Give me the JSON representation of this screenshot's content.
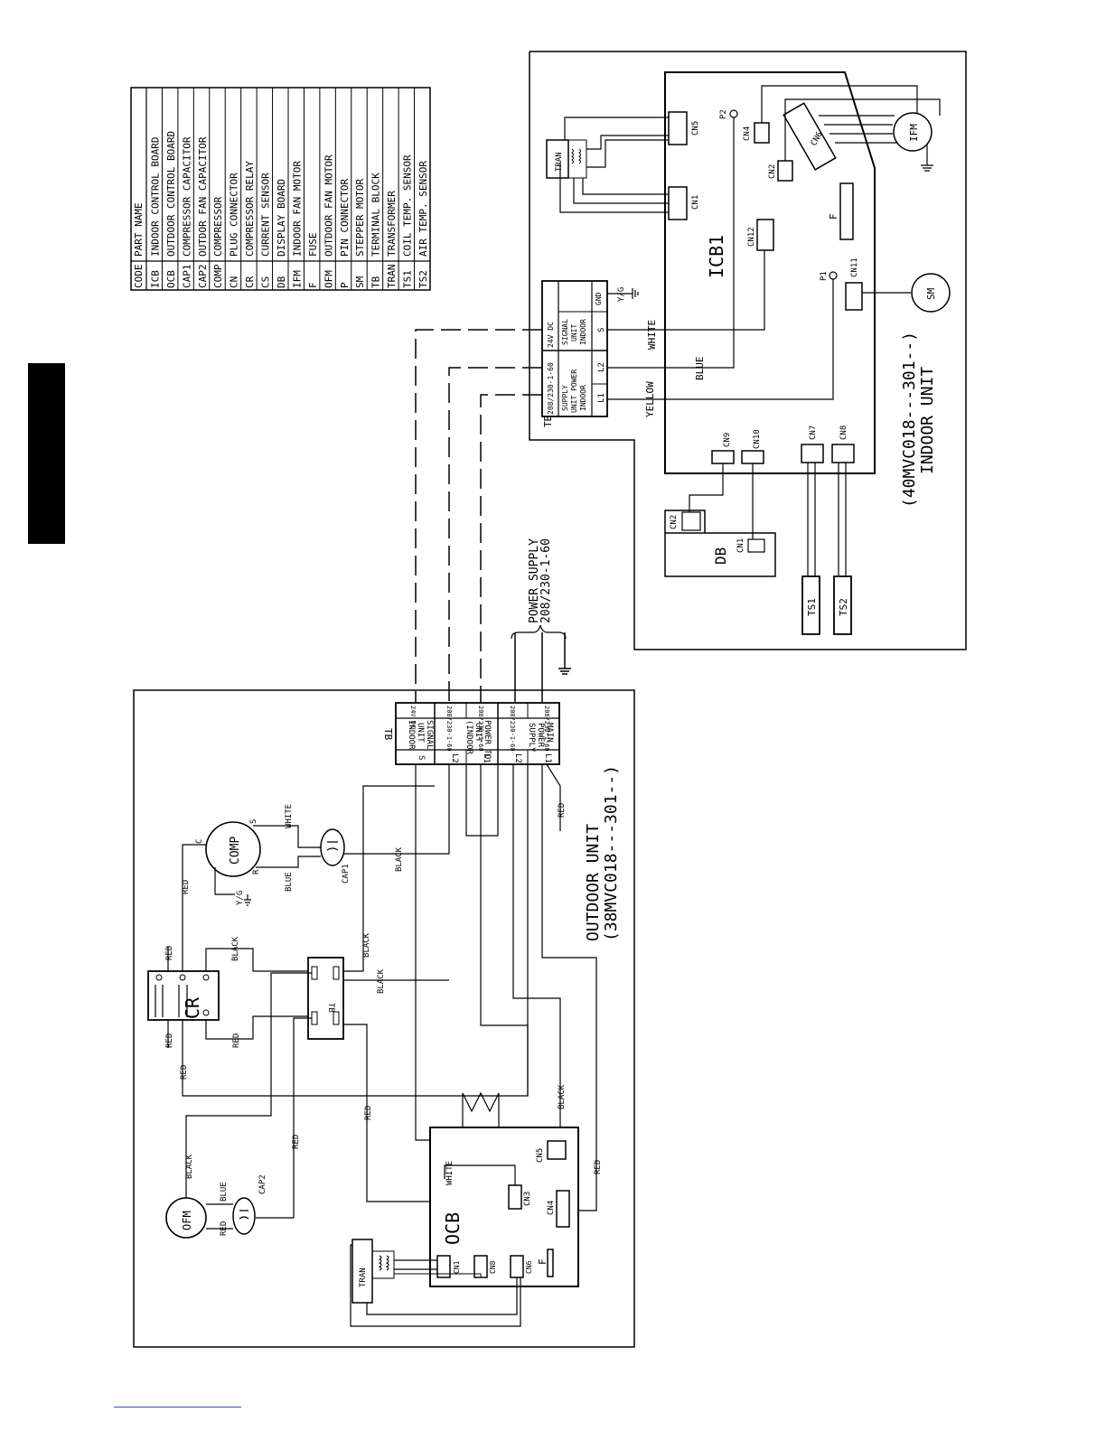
{
  "legend": {
    "header": {
      "code": "CODE",
      "part": "PART NAME"
    },
    "rows": [
      {
        "code": "ICB",
        "part": "INDOOR CONTROL BOARD"
      },
      {
        "code": "OCB",
        "part": "OUTDOOR CONTROL BOARD"
      },
      {
        "code": "CAP1",
        "part": "COMPRESSOR CAPACITOR"
      },
      {
        "code": "CAP2",
        "part": "OUTDOR FAN CAPACITOR"
      },
      {
        "code": "COMP",
        "part": "COMPRESSOR"
      },
      {
        "code": "CN",
        "part": "PLUG CONNECTOR"
      },
      {
        "code": "CR",
        "part": "COMPRESSOR RELAY"
      },
      {
        "code": "CS",
        "part": "CURRENT SENSOR"
      },
      {
        "code": "DB",
        "part": "DISPLAY BOARD"
      },
      {
        "code": "IFM",
        "part": "INDOOR FAN MOTOR"
      },
      {
        "code": "F",
        "part": "FUSE"
      },
      {
        "code": "OFM",
        "part": "OUTDOOR FAN MOTOR"
      },
      {
        "code": "P",
        "part": "PIN CONNECTOR"
      },
      {
        "code": "SM",
        "part": "STEPPER MOTOR"
      },
      {
        "code": "TB",
        "part": "TERMINAL BLOCK"
      },
      {
        "code": "TRAN",
        "part": "TRANSFORMER"
      },
      {
        "code": "TS1",
        "part": "COIL TEMP. SENSOR"
      },
      {
        "code": "TS2",
        "part": "AIR TEMP. SENSOR"
      }
    ]
  },
  "indoor": {
    "title": "INDOOR UNIT",
    "model": "(40MVC018---301--)",
    "board": "ICB1",
    "tran": "TRAN",
    "ifm": "IFM",
    "sm": "SM",
    "db": "DB",
    "ts1": "TS1",
    "ts2": "TS2",
    "fuse": "F",
    "p1": "P1",
    "p2": "P2",
    "connectors": {
      "cn1": "CN1",
      "cn2": "CN2",
      "cn4": "CN4",
      "cn5": "CN5",
      "cn6": "CN6",
      "cn7": "CN7",
      "cn8": "CN8",
      "cn9": "CN9",
      "cn10": "CN10",
      "cn11": "CN11",
      "cn12": "CN12"
    },
    "db_connectors": {
      "cn1": "CN1",
      "cn2": "CN2"
    },
    "tb": {
      "label": "TB",
      "rating_a": "208/230-1-60",
      "rating_b": "24V DC",
      "supply_l1": "SUPPLY",
      "supply_l2": "UNIT POWER",
      "supply_l3": "INDOOR",
      "signal_l1": "SIGNAL",
      "signal_l2": "UNIT",
      "signal_l3": "INDOOR",
      "terminals": [
        "L1",
        "L2",
        "S",
        "GND"
      ]
    },
    "wires": {
      "white": "WHITE",
      "blue": "BLUE",
      "yellow": "YELLOW",
      "yg": "Y/G"
    }
  },
  "power_supply": {
    "line1": "POWER SUPPLY",
    "line2": "208/230-1-60"
  },
  "outdoor": {
    "title": "OUTDOOR UNIT",
    "model": "(38MVC018---301--)",
    "tb": {
      "label": "TB",
      "sections": [
        {
          "l1": "MAIN",
          "l2": "POWER",
          "l3": "SUPPLY",
          "rating": "208/230-1-60"
        },
        {
          "l1": "POWER TO",
          "l2": "UNIT",
          "l3": "(INDOOR",
          "rating": "208/230-1-60"
        },
        {
          "l1": "SIGNAL",
          "l2": "UNIT",
          "l3": "INDOOR",
          "rating": "24V DC"
        }
      ],
      "terminals": [
        "L1",
        "L2",
        "L1",
        "L2",
        "S"
      ]
    },
    "comp": "COMP",
    "comp_pins": {
      "c": "C",
      "s": "S",
      "r": "R"
    },
    "cap1": "CAP1",
    "cap2": "CAP2",
    "cr": "CR",
    "tb2": "TB",
    "ofm": "OFM",
    "ocb": "OCB",
    "cs": "CS",
    "tran": "TRAN",
    "fuse": "F",
    "connectors": {
      "cn1": "CN1",
      "cn3": "CN3",
      "cn4": "CN4",
      "cn5": "CN5",
      "cn6": "CN6",
      "cn8": "CN8"
    },
    "wires": {
      "red": "RED",
      "black": "BLACK",
      "white": "WHITE",
      "blue": "BLUE",
      "yg": "Y/G"
    }
  }
}
